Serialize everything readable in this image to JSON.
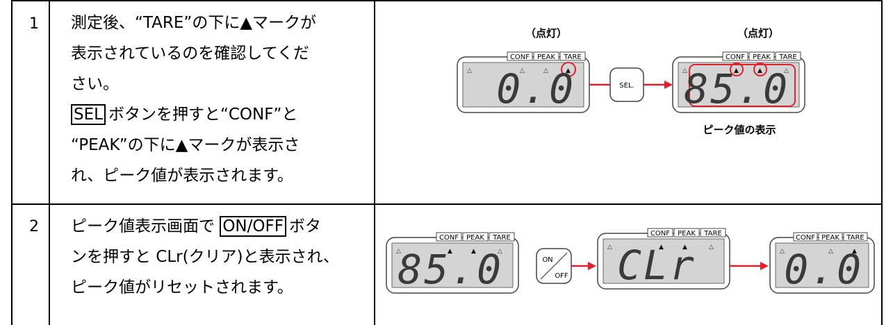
{
  "rows": [
    {
      "num": "1",
      "lines": [
        "測定後、“TARE”の下に▲マークが",
        "表示されているのを確認してくだ",
        "さい。"
      ],
      "sel_key": "SEL",
      "sel_line_rest": "ボタンを押すと“CONF”と",
      "lines_after": [
        "“PEAK”の下に▲マークが表示さ",
        "れ、ピーク値が表示されます。"
      ],
      "figure": {
        "lit_label_1": "（点灯）",
        "lit_label_2": "（点灯）",
        "display_1": "0.0",
        "display_2": "85.0",
        "button_label": "SEL.",
        "caption": "ピーク値の表示"
      }
    },
    {
      "num": "2",
      "line1_pre": "ピーク値表示画面で",
      "key": "ON/OFF",
      "line1_post": "ボタ",
      "lines": [
        "ンを押すと CLr(クリア)と表示され、",
        "ピーク値がリセットされます。"
      ],
      "figure": {
        "display_1": "85.0",
        "button_on": "ON",
        "button_off": "OFF",
        "display_2": "CLr",
        "display_3": "0.0"
      }
    }
  ],
  "tabs": {
    "conf": "CONF",
    "peak": "PEAK",
    "tare": "TARE"
  },
  "colors": {
    "accent": "#e0202a",
    "lcd": "#d4d4d4",
    "frame": "#444444"
  }
}
